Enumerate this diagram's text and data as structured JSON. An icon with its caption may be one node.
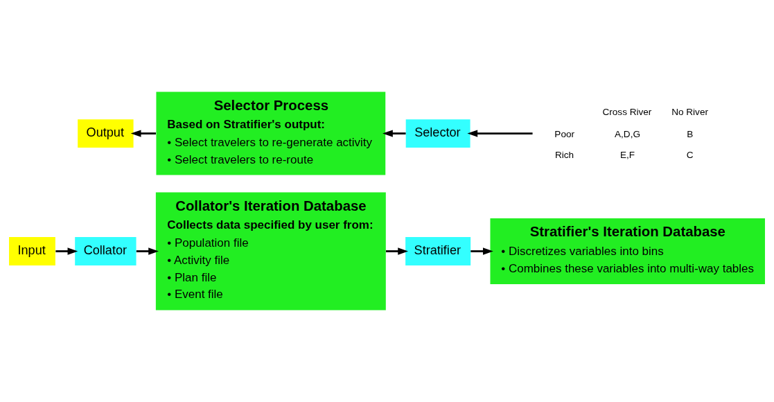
{
  "diagram": {
    "nodes": [
      {
        "text": [
          "Input"
        ]
      },
      {
        "text": [
          "Collator"
        ]
      },
      {
        "text": [
          "Collator's Iteration Database",
          "Collects data specified by user from:",
          "• Population file",
          "• Activity file",
          "• Plan file",
          "• Event file"
        ]
      },
      {
        "text": [
          "Stratifier"
        ]
      },
      {
        "text": [
          "Stratifier's Iteration Database",
          "• Discretizes variables into bins",
          "• Combines these variables into multi-way tables"
        ]
      },
      {
        "text": [
          "Cross River",
          "No River",
          "Poor",
          "A,D,G",
          "B",
          "Rich",
          "E,F",
          "C"
        ]
      },
      {
        "text": [
          "Selector"
        ]
      },
      {
        "text": [
          "Selector Process",
          "Based on Stratifier's output:",
          "• Select travelers to re-generate activity",
          "• Select travelers to re-route"
        ]
      },
      {
        "text": [
          "Output"
        ]
      }
    ],
    "edges": [
      {
        "from": 0,
        "to": 1,
        "arrow": "to"
      },
      {
        "from": 1,
        "to": 2,
        "arrow": "to"
      },
      {
        "from": 2,
        "to": 3,
        "arrow": "to"
      },
      {
        "from": 3,
        "to": 4,
        "arrow": "to"
      },
      {
        "from": 5,
        "to": 6,
        "arrow": "to"
      },
      {
        "from": 6,
        "to": 7,
        "arrow": "to"
      },
      {
        "from": 7,
        "to": 8,
        "arrow": "to"
      }
    ]
  }
}
